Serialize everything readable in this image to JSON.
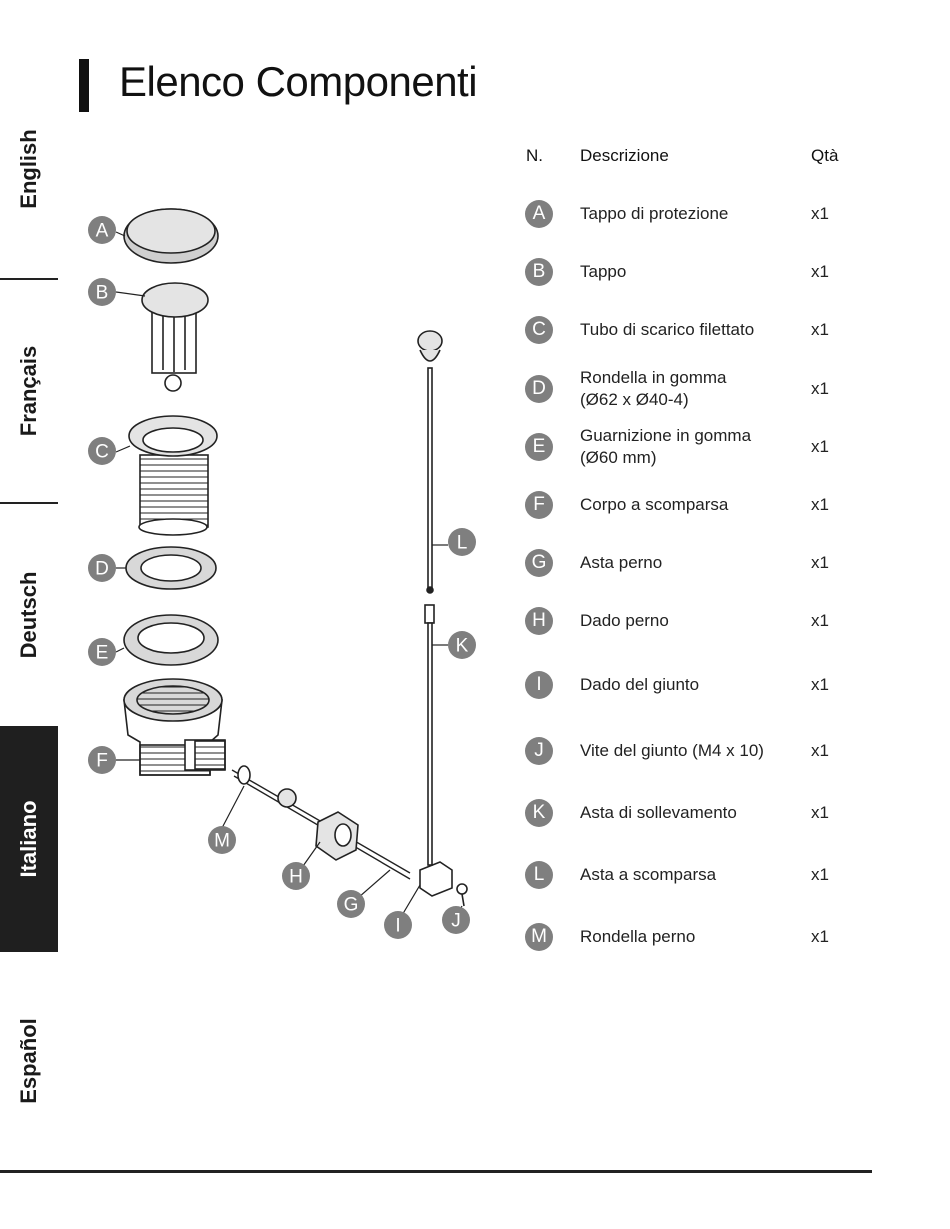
{
  "page": {
    "title": "Elenco Componenti"
  },
  "languages": [
    {
      "label": "English",
      "active": false
    },
    {
      "label": "Français",
      "active": false
    },
    {
      "label": "Deutsch",
      "active": false
    },
    {
      "label": "Italiano",
      "active": true
    },
    {
      "label": "Español",
      "active": false
    }
  ],
  "table": {
    "headers": {
      "n": "N.",
      "desc": "Descrizione",
      "qty": "Qtà"
    },
    "rows": [
      {
        "id": "A",
        "desc": "Tappo di protezione",
        "qty": "x1"
      },
      {
        "id": "B",
        "desc": "Tappo",
        "qty": "x1"
      },
      {
        "id": "C",
        "desc": "Tubo di scarico filettato",
        "qty": "x1"
      },
      {
        "id": "D",
        "desc": "Rondella in gomma\n(Ø62 x Ø40-4)",
        "qty": "x1"
      },
      {
        "id": "E",
        "desc": "Guarnizione in gomma\n(Ø60 mm)",
        "qty": "x1"
      },
      {
        "id": "F",
        "desc": "Corpo a scomparsa",
        "qty": "x1"
      },
      {
        "id": "G",
        "desc": "Asta perno",
        "qty": "x1"
      },
      {
        "id": "H",
        "desc": "Dado perno",
        "qty": "x1"
      },
      {
        "id": "I",
        "desc": "Dado del giunto",
        "qty": "x1"
      },
      {
        "id": "J",
        "desc": "Vite del giunto (M4 x 10)",
        "qty": "x1"
      },
      {
        "id": "K",
        "desc": "Asta di sollevamento",
        "qty": "x1"
      },
      {
        "id": "L",
        "desc": "Asta a scomparsa",
        "qty": "x1"
      },
      {
        "id": "M",
        "desc": "Rondella perno",
        "qty": "x1"
      }
    ]
  },
  "diagram": {
    "callouts": [
      "A",
      "B",
      "C",
      "D",
      "E",
      "F",
      "G",
      "H",
      "I",
      "J",
      "K",
      "L",
      "M"
    ]
  },
  "colors": {
    "badge": "#7f7f7f",
    "active_tab": "#1f1f1f",
    "accent_bar": "#111111"
  }
}
